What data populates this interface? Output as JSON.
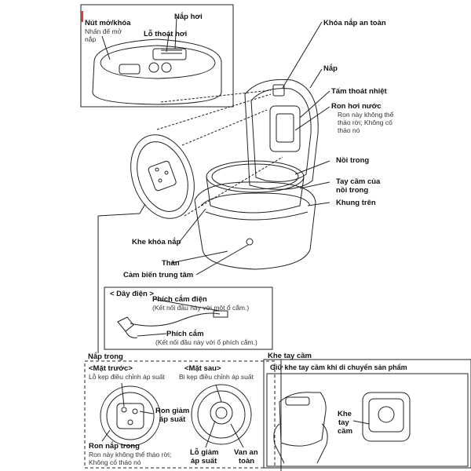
{
  "inset_top": {
    "open_button": "Nút mở/khóa",
    "open_button_desc": "Nhấn để mở",
    "open_button_desc2": "nắp",
    "steam_cap": "Nắp hơi",
    "steam_vent": "Lỗ thoát hơi"
  },
  "right_labels": {
    "safety_lock": "Khóa nắp an toàn",
    "lid": "Nắp",
    "heat_plate": "Tấm thoát nhiệt",
    "steam_gasket": "Ron hơi nước",
    "steam_gasket_desc1": "Ron này không thể",
    "steam_gasket_desc2": "tháo rời; Không cố",
    "steam_gasket_desc3": "tháo nó",
    "inner_pot": "Nồi trong",
    "inner_pot_handle1": "Tay cầm của",
    "inner_pot_handle2": "nồi trong",
    "upper_frame": "Khung trên"
  },
  "left_labels": {
    "lid_slot": "Khe khóa nắp",
    "body": "Thân",
    "center_sensor": "Cảm biến trung tâm"
  },
  "power_cord": {
    "title": "< Dây điện >",
    "appliance_plug": "Phích cắm điện",
    "appliance_plug_desc": "(Kết nối đầu này với một ổ cắm.)",
    "power_plug": "Phích cắm",
    "power_plug_desc": "(Kết nối đầu này với ổ phích cắm.)"
  },
  "inner_lid": {
    "title": "Nắp trong",
    "front": "<Mặt trước>",
    "front_desc": "Lỗ kẹp điều chỉnh áp suất",
    "back": "<Mặt sau>",
    "back_desc": "Bi kẹp điều chỉnh áp suất",
    "pressure_gasket1": "Ron giảm",
    "pressure_gasket2": "áp suất",
    "inner_gasket": "Ron nắp trong",
    "inner_gasket_desc1": "Ron này không thể tháo rời;",
    "inner_gasket_desc2": "Không cố tháo nó",
    "pressure_hole1": "Lỗ giảm",
    "pressure_hole2": "áp suất",
    "safety_valve1": "Van an",
    "safety_valve2": "toàn"
  },
  "handle_slot": {
    "title": "Khe tay cầm",
    "instruction": "Giữ khe tay cầm khi di chuyển sản phẩm",
    "label1": "Khe",
    "label2": "tay",
    "label3": "cầm"
  }
}
